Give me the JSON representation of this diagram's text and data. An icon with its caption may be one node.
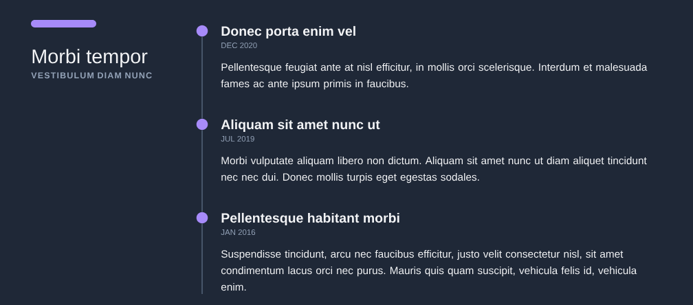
{
  "diagram": {
    "title": "Morbi tempor",
    "labels": [
      "VESTIBULUM DIAM NUNC"
    ],
    "nodes": [
      {
        "text": [],
        "shape": "circle",
        "beside": [
          "Donec porta enim vel",
          "DEC 2020",
          "Pellentesque feugiat ante at nisl efficitur, in mollis orci scelerisque. Interdum et malesuada fames ac ante ipsum primis in faucibus."
        ]
      },
      {
        "text": [],
        "shape": "circle",
        "beside": [
          "Aliquam sit amet nunc ut",
          "JUL 2019",
          "Morbi vulputate aliquam libero non dictum. Aliquam sit amet nunc ut diam aliquet tincidunt nec nec dui. Donec mollis turpis eget egestas sodales."
        ]
      },
      {
        "text": [],
        "shape": "circle",
        "beside": [
          "Pellentesque habitant morbi",
          "JAN 2016",
          "Suspendisse tincidunt, arcu nec faucibus efficitur, justo velit consectetur nisl, sit amet condimentum lacus orci nec purus. Mauris quis quam suscipit, vehicula felis id, vehicula enim."
        ]
      }
    ],
    "edges": [
      {
        "from": 0,
        "to": 1,
        "arrow": "none"
      },
      {
        "from": 1,
        "to": 2,
        "arrow": "none"
      },
      {
        "from": 2,
        "to": null,
        "arrow": "none"
      }
    ]
  }
}
